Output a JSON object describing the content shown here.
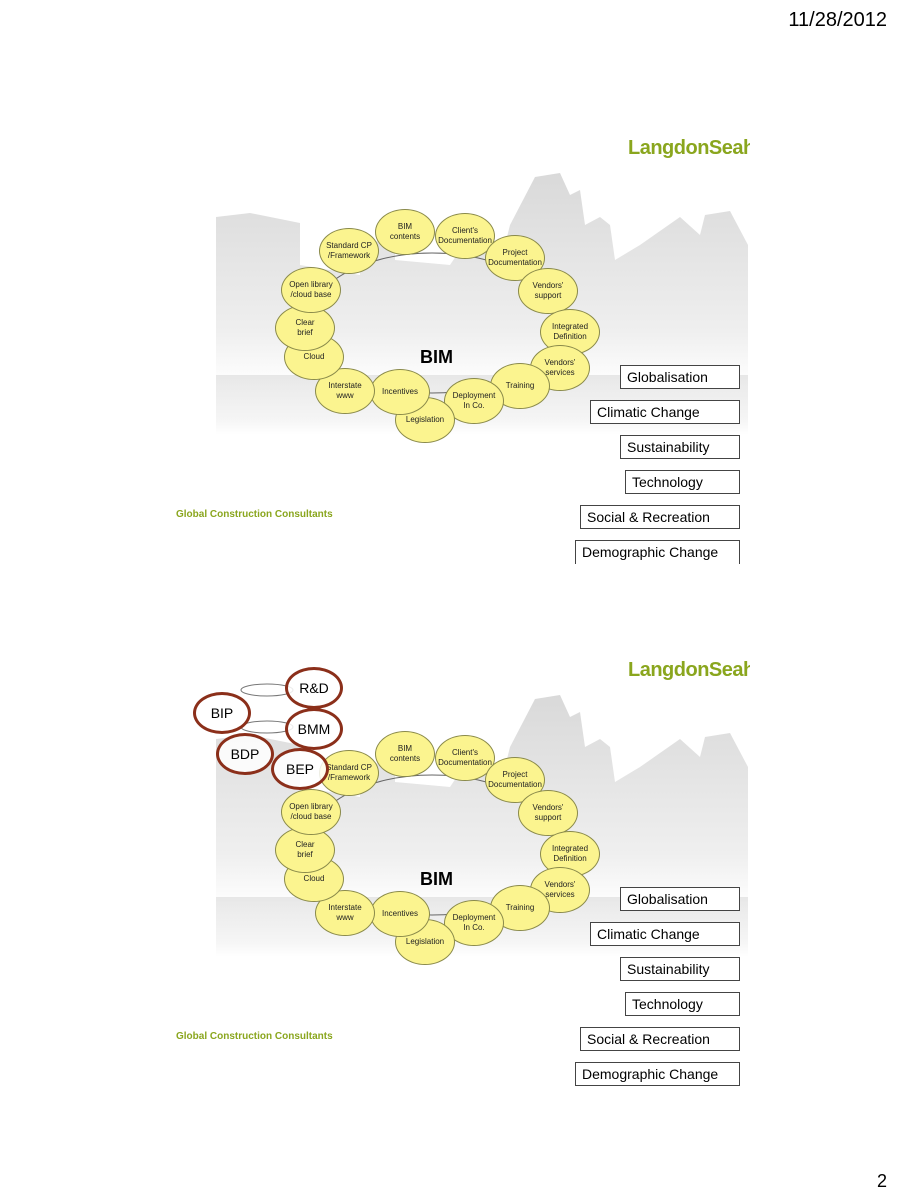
{
  "page": {
    "date": "11/28/2012",
    "number": "2"
  },
  "logo": {
    "text": "LangdonSeah"
  },
  "tagline": "Global Construction Consultants",
  "diagram": {
    "center": "BIM",
    "nodes": [
      "BIM\ncontents",
      "Client's\nDocumentation",
      "Project\nDocumentation",
      "Vendors'\nsupport",
      "Integrated\nDefinition",
      "Vendors'\nservices",
      "Training",
      "Deployment\nIn Co.",
      "Legislation",
      "Incentives",
      "Interstate\nwww",
      "Cloud",
      "Clear\nbrief",
      "Open library\n/cloud base",
      "Standard CP\n/Framework"
    ]
  },
  "drivers": [
    "Globalisation",
    "Climatic Change",
    "Sustainability",
    "Technology",
    "Social & Recreation",
    "Demographic Change"
  ],
  "extras": [
    "R&D",
    "BIP",
    "BMM",
    "BDP",
    "BEP"
  ]
}
